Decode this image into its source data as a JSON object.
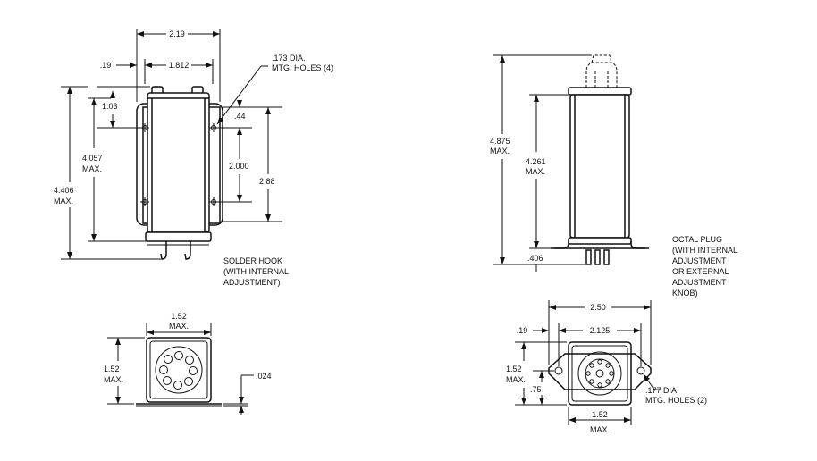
{
  "views": {
    "front_solder": {
      "overall_width": "2.19",
      "flange_offset": ".19",
      "hole_spacing_h": "1.812",
      "mount_holes": [
        ".173 DIA.",
        "MTG. HOLES (4)"
      ],
      "top_offset": "1.03",
      "hole_offset": ".44",
      "body_height": [
        "4.057",
        "MAX."
      ],
      "hole_spacing_v": "2.000",
      "flange_height": "2.88",
      "overall_height": [
        "4.406",
        "MAX."
      ],
      "caption": [
        "SOLDER HOOK",
        "(WITH INTERNAL",
        "ADJUSTMENT)"
      ]
    },
    "bottom_solder": {
      "width": [
        "1.52",
        "MAX."
      ],
      "height": [
        "1.52",
        "MAX."
      ],
      "flange_thickness": ".024"
    },
    "side_octal": {
      "overall_height": [
        "4.875",
        "MAX."
      ],
      "body_height": [
        "4.261",
        "MAX."
      ],
      "base_offset": ".406",
      "caption": [
        "OCTAL PLUG",
        "(WITH INTERNAL",
        "ADJUSTMENT",
        "OR EXTERNAL",
        "ADJUSTMENT",
        "KNOB)"
      ]
    },
    "bottom_octal": {
      "overall_width": "2.50",
      "flange_offset": ".19",
      "hole_spacing": "2.125",
      "height": [
        "1.52",
        "MAX."
      ],
      "hole_offset": ".75",
      "mount_holes": [
        ".177 DIA.",
        "MTG. HOLES (2)"
      ],
      "width": [
        "1.52",
        "MAX."
      ]
    }
  }
}
